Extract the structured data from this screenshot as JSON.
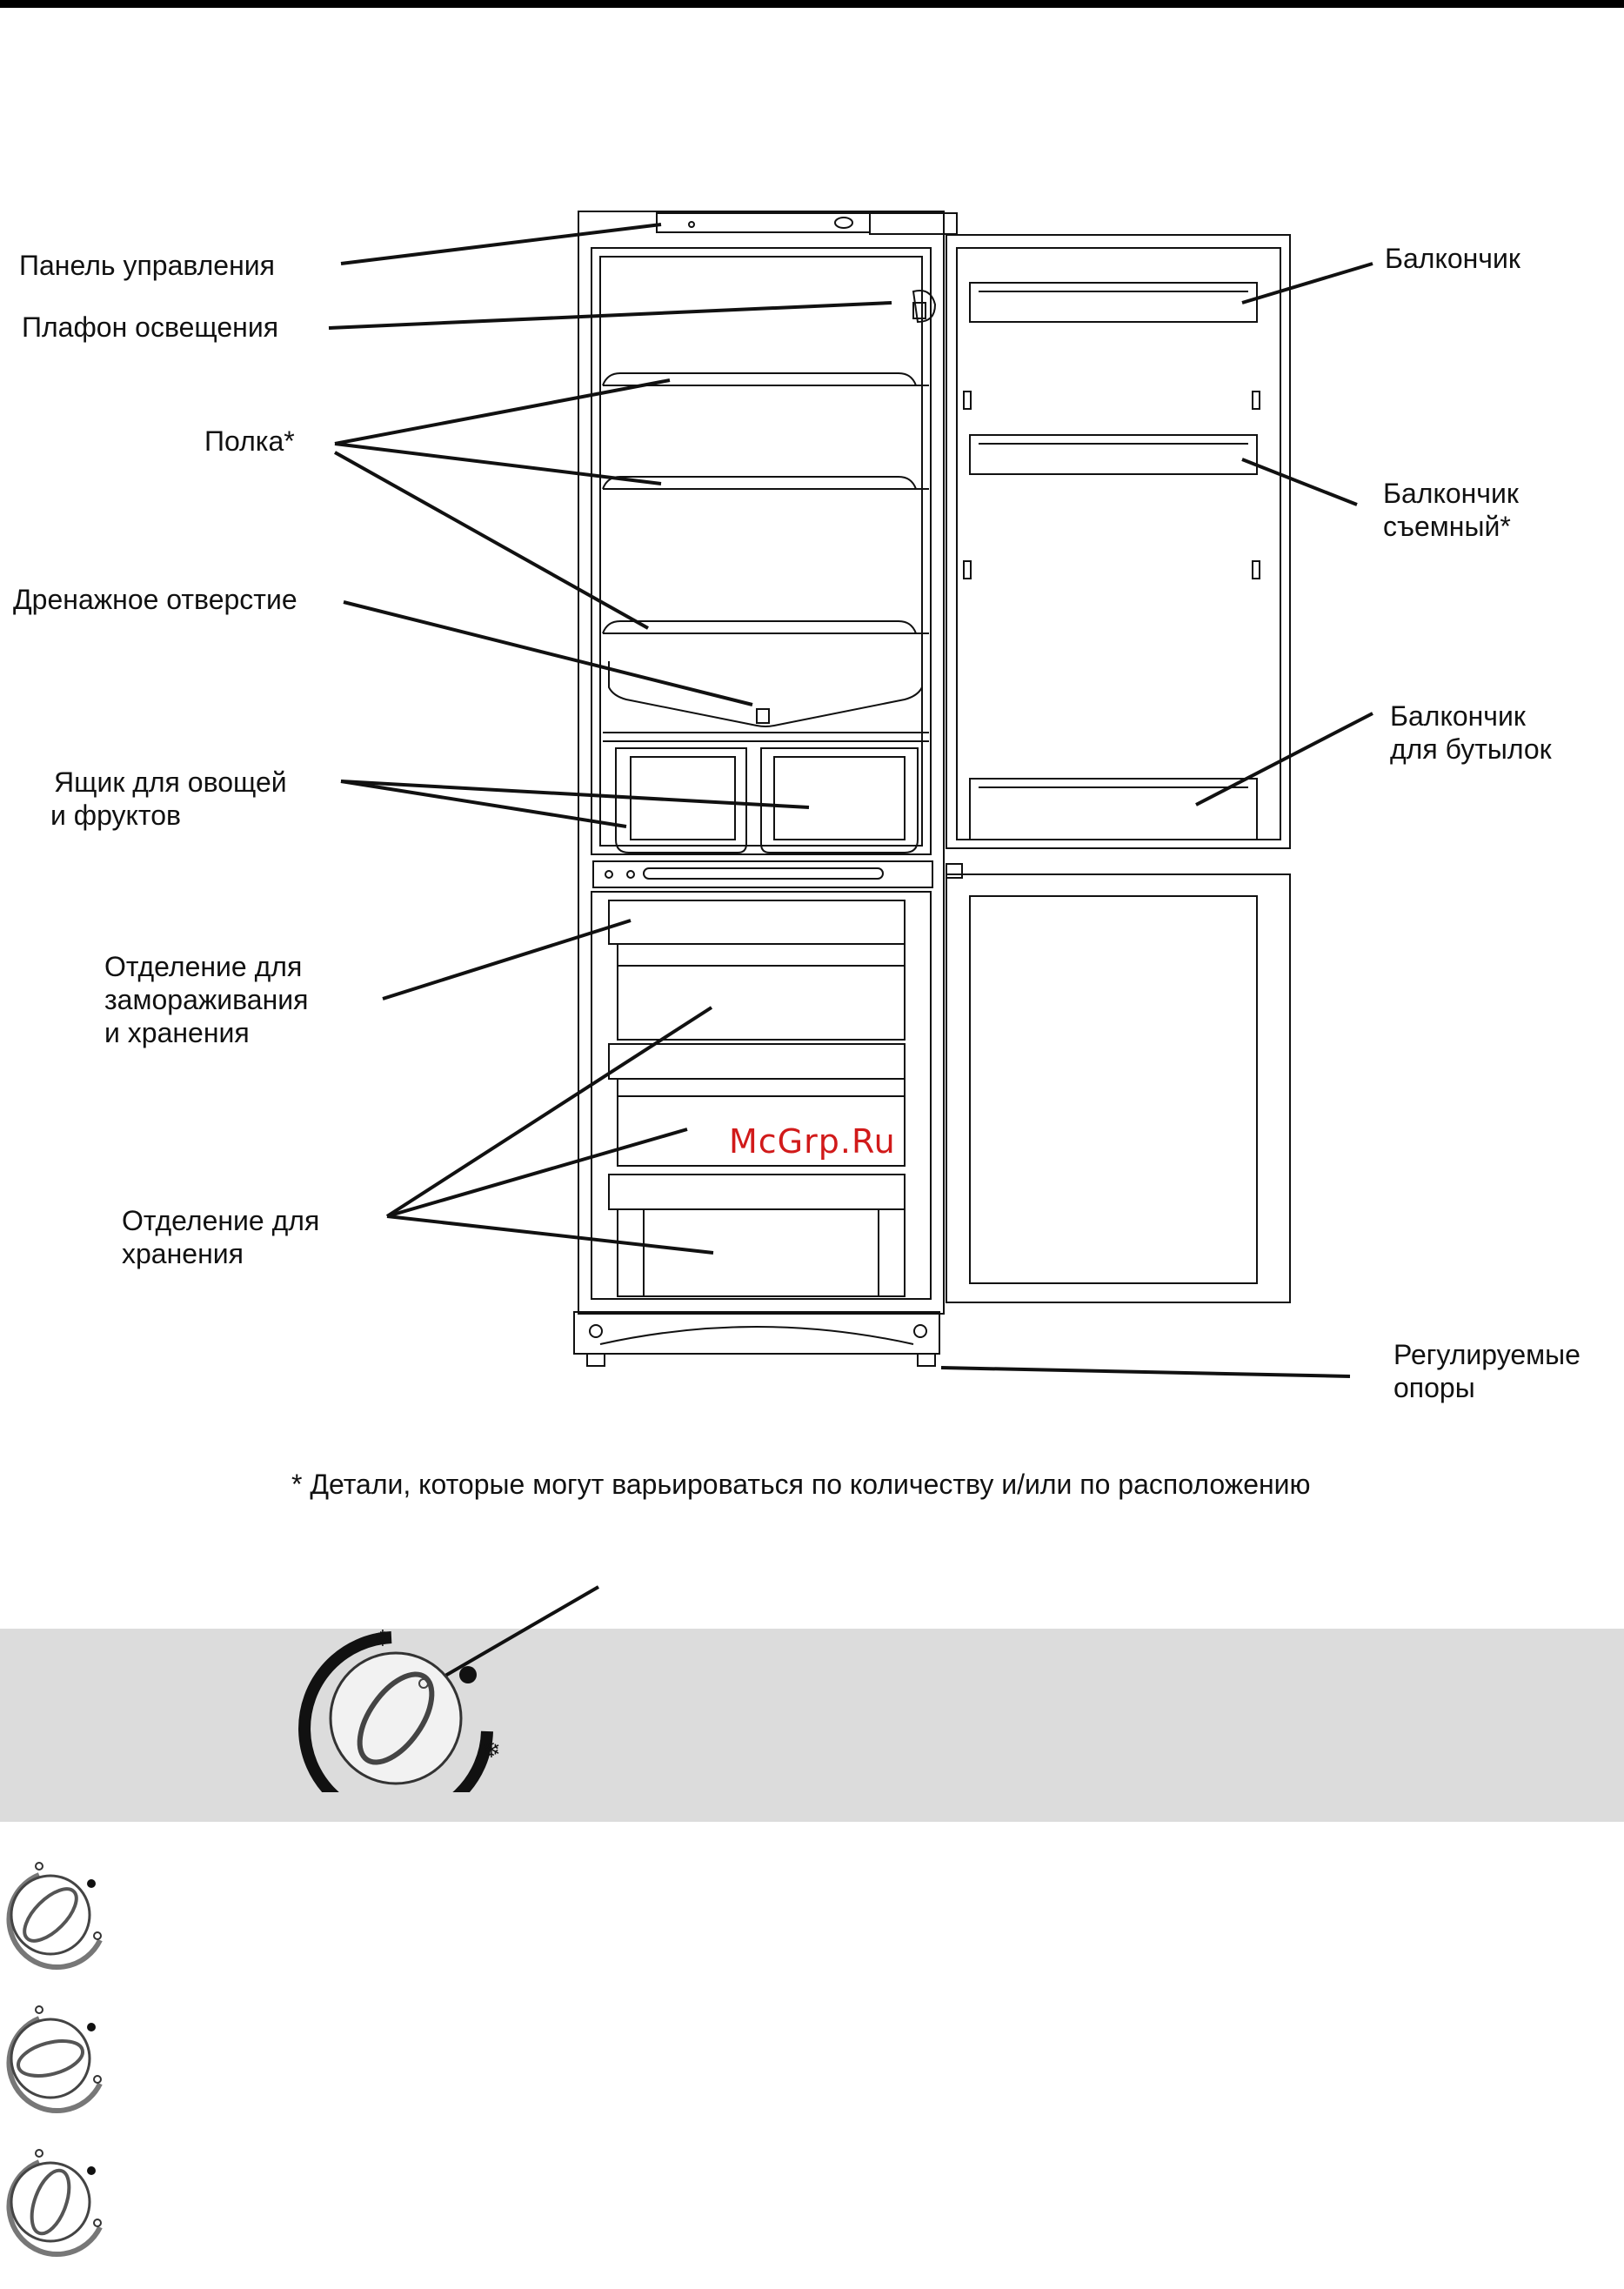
{
  "labels": {
    "control_panel": "Панель управления",
    "light": "Плафон освещения",
    "shelf": "Полка*",
    "drain": "Дренажное отверстие",
    "crisper_1": "Ящик для овощей",
    "crisper_2": "и фруктов",
    "freezer_1": "Отделение для",
    "freezer_2": "замораживания",
    "freezer_3": "и хранения",
    "storage_1": "Отделение для",
    "storage_2": "хранения",
    "door_bin": "Балкончик",
    "removable_bin_1": "Балкончик",
    "removable_bin_2": "съемный*",
    "bottle_bin_1": "Балкончик",
    "bottle_bin_2": "для бутылок",
    "feet_1": "Регулируемые",
    "feet_2": "опоры"
  },
  "footnote": "* Детали, которые могут варьироваться по количеству и/или по расположению",
  "watermark": "McGrp.Ru",
  "icons": {
    "control_knob": "thermostat-knob-icon",
    "snowflake": "snowflake-icon"
  },
  "colors": {
    "line": "#111111",
    "band": "#dcdcdc",
    "watermark": "#d11a1a"
  }
}
